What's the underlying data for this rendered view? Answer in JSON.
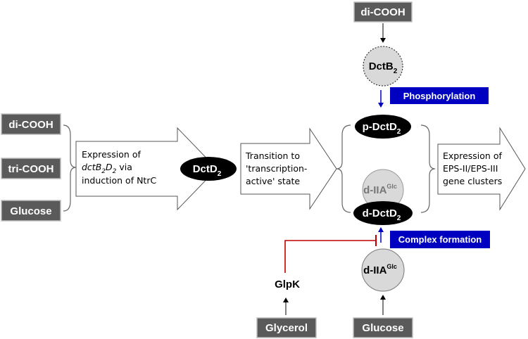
{
  "inputs": {
    "top_dicooh": "di-COOH",
    "left_dicooh": "di-COOH",
    "left_tricooh": "tri-COOH",
    "left_glucose": "Glucose",
    "bottom_glycerol": "Glycerol",
    "bottom_glucose": "Glucose"
  },
  "nodes": {
    "dctb2": {
      "base": "DctB",
      "sub": "2"
    },
    "dctd2": {
      "base": "DctD",
      "sub": "2"
    },
    "p_dctd2": {
      "base": "p-DctD",
      "sub": "2"
    },
    "d_dctd2": {
      "base": "d-DctD",
      "sub": "2"
    },
    "d_iia_upper": {
      "base": "d-IIA",
      "sup": "Glc"
    },
    "d_iia_lower": {
      "base": "d-IIA",
      "sup": "Glc"
    },
    "glpk": "GlpK"
  },
  "arrows": {
    "expression": {
      "line1": "Expression of",
      "line2": {
        "italic_base": "dctB",
        "sub1": "2",
        "italic_mid": "D",
        "sub2": "2",
        "suffix": " via"
      },
      "line3": "induction of NtrC"
    },
    "transition": [
      "Transition to",
      "'transcription-",
      "active' state"
    ],
    "eps": [
      "Expression of",
      "EPS-II/EPS-III",
      "gene clusters"
    ]
  },
  "labels": {
    "phosphorylation": "Phosphorylation",
    "complex_formation": "Complex formation"
  },
  "colors": {
    "input_box": "#5a5a5a",
    "label_box": "#0000c0",
    "ellipse_dark": "#000000",
    "circle_light": "#d9d9d9",
    "inhibition_line": "#c00000",
    "blue_arrow": "#0000c0"
  }
}
